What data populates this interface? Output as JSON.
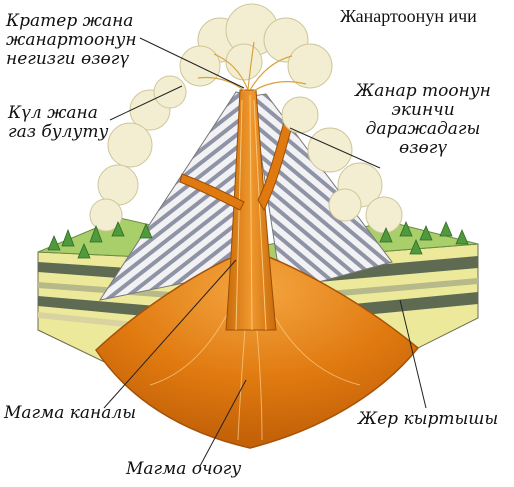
{
  "title": "Жанартоонун ичи",
  "labels": {
    "crater": "Кратер жана\nжанартоонун\nнегизги өзөгү",
    "ash_cloud": "Күл жана\nгаз булуту",
    "secondary_vent": "Жанар тоонун\nэкинчи\nдаражадагы\nөзөгү",
    "magma_channel": "Магма каналы",
    "crust": "Жер кыртышы",
    "magma_chamber": "Магма очогу"
  },
  "colors": {
    "magma": "#e07a10",
    "magma_light": "#f2a23a",
    "magma_dark": "#b85a08",
    "smoke": "#f3eed2",
    "grass": "#a8cf6a",
    "tree": "#4f9a3c",
    "strata_yellow": "#ecea9a",
    "strata_dark": "#5f6a52",
    "cone_stripe": "#8f93a6"
  }
}
